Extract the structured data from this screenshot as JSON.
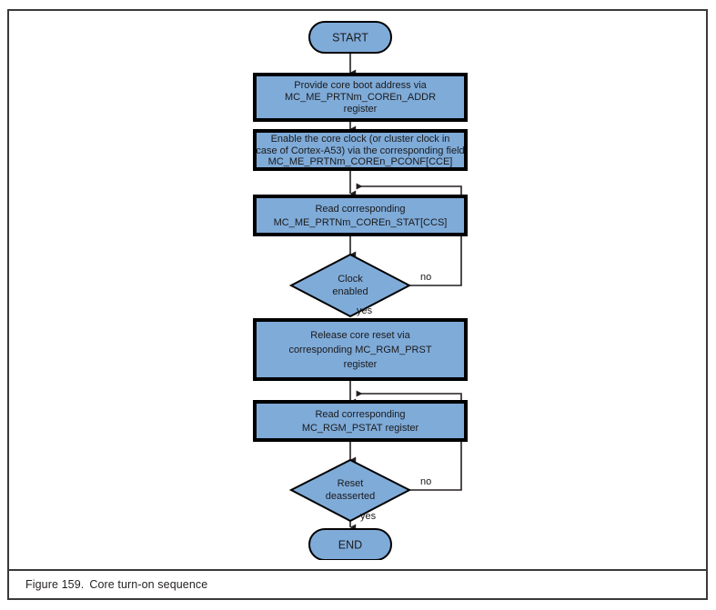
{
  "figure": {
    "caption_label": "Figure 159.",
    "caption_title": "Core turn-on sequence",
    "frame_border_color": "#3a3a3a",
    "shape_fill_color": "#7fabd9",
    "shape_outline_color": "#000000",
    "connector_color": "#231f20",
    "background_color": "#ffffff"
  },
  "diagram": {
    "type": "flowchart",
    "title": "Core turn-on sequence",
    "nodes": [
      {
        "id": "start",
        "shape": "terminator",
        "lines": [
          "START"
        ]
      },
      {
        "id": "boot-address",
        "shape": "process",
        "lines": [
          "Provide core boot address via",
          "MC_ME_PRTNm_COREn_ADDR",
          "register"
        ]
      },
      {
        "id": "enable-clock",
        "shape": "process",
        "lines": [
          "Enable the core clock (or cluster clock in",
          "case of Cortex-A53) via the corresponding field",
          "MC_ME_PRTNm_COREn_PCONF[CCE]"
        ]
      },
      {
        "id": "read-stat",
        "shape": "process",
        "lines": [
          "Read corresponding",
          "MC_ME_PRTNm_COREn_STAT[CCS]"
        ]
      },
      {
        "id": "clock-enabled",
        "shape": "decision",
        "lines": [
          "Clock",
          "enabled"
        ]
      },
      {
        "id": "release-reset",
        "shape": "process",
        "lines": [
          "Release core reset via",
          "corresponding MC_RGM_PRST",
          "register"
        ]
      },
      {
        "id": "read-pstat",
        "shape": "process",
        "lines": [
          "Read corresponding",
          "MC_RGM_PSTAT register"
        ]
      },
      {
        "id": "reset-deasserted",
        "shape": "decision",
        "lines": [
          "Reset",
          "deasserted"
        ]
      },
      {
        "id": "end",
        "shape": "terminator",
        "lines": [
          "END"
        ]
      }
    ],
    "edges": [
      {
        "from": "start",
        "to": "boot-address",
        "label": ""
      },
      {
        "from": "boot-address",
        "to": "enable-clock",
        "label": ""
      },
      {
        "from": "enable-clock",
        "to": "read-stat",
        "label": ""
      },
      {
        "from": "read-stat",
        "to": "clock-enabled",
        "label": ""
      },
      {
        "from": "clock-enabled",
        "to": "read-stat",
        "label": "no"
      },
      {
        "from": "clock-enabled",
        "to": "release-reset",
        "label": "yes"
      },
      {
        "from": "release-reset",
        "to": "read-pstat",
        "label": ""
      },
      {
        "from": "read-pstat",
        "to": "reset-deasserted",
        "label": ""
      },
      {
        "from": "reset-deasserted",
        "to": "read-pstat",
        "label": "no"
      },
      {
        "from": "reset-deasserted",
        "to": "end",
        "label": "yes"
      }
    ],
    "labels": {
      "clock_no": "no",
      "clock_yes": "yes",
      "reset_no": "no",
      "reset_yes": "yes"
    }
  }
}
